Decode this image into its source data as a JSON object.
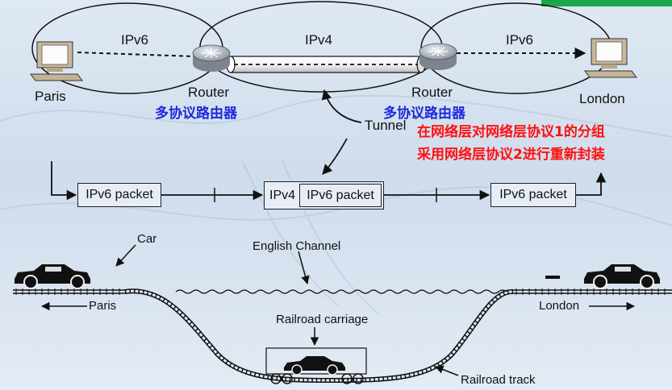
{
  "top": {
    "left_host": "Paris",
    "right_host": "London",
    "left_cloud": "IPv6",
    "middle_cloud": "IPv4",
    "right_cloud": "IPv6",
    "left_router": "Router",
    "right_router": "Router",
    "left_router_cn": "多协议路由器",
    "right_router_cn": "多协议路由器",
    "tunnel": "Tunnel"
  },
  "note": {
    "line1": "在网络层对网络层协议1的分组",
    "line2": "采用网络层协议2进行重新封装"
  },
  "packets": {
    "first": "IPv6 packet",
    "middle_outer": "IPv4",
    "middle_inner": "IPv6 packet",
    "last": "IPv6 packet"
  },
  "analogy": {
    "car": "Car",
    "channel": "English Channel",
    "paris": "Paris",
    "london": "London",
    "carriage": "Railroad carriage",
    "track": "Railroad track"
  },
  "colors": {
    "accent_green": "#18a84a",
    "chinese_blue": "#1a2adb",
    "chinese_red": "#ff1010"
  }
}
